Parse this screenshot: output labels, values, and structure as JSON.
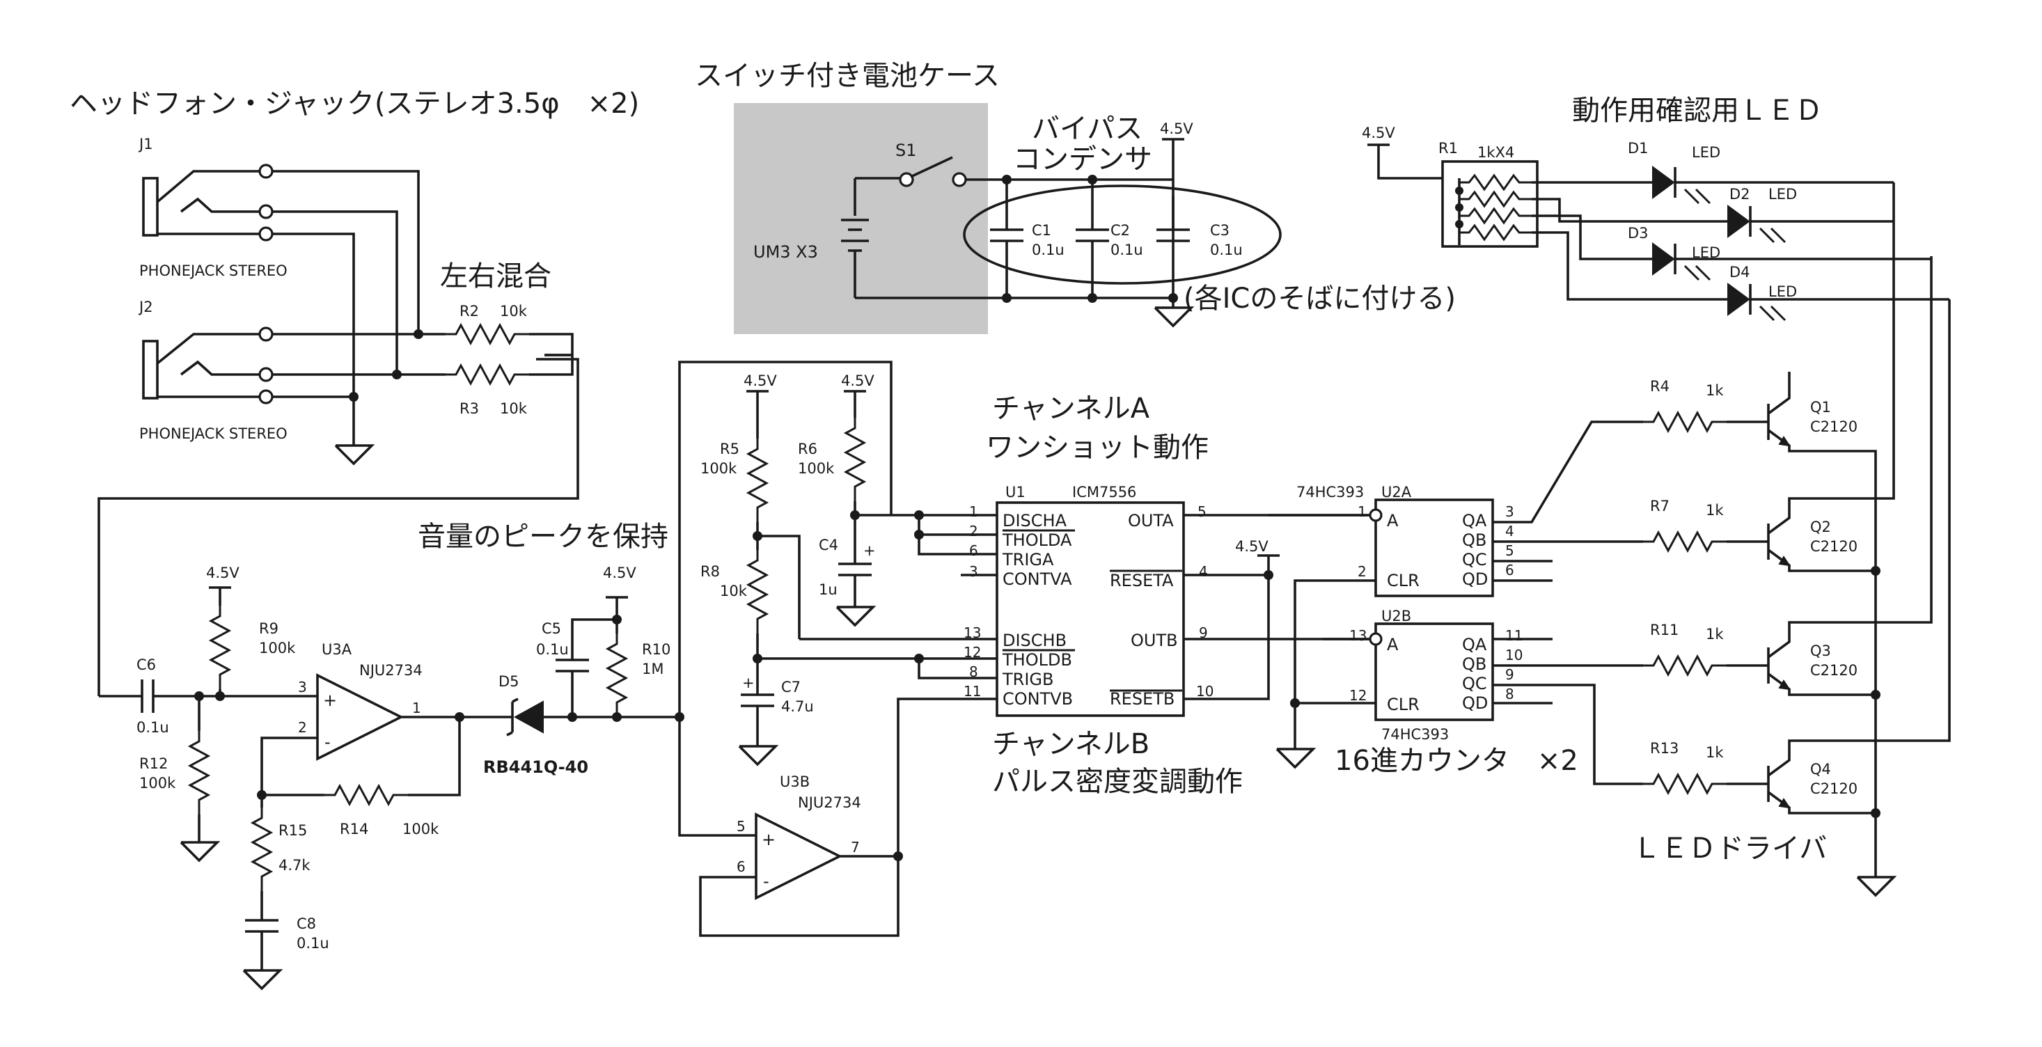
{
  "headings": {
    "headphone_jack": "ヘッドフォン・ジャック(ステレオ3.5φ　×2)",
    "battery_case": "スイッチ付き電池ケース",
    "bypass_cap": "バイパス\nコンデンサ",
    "place_near_ic": "(各ICのそばに付ける)",
    "lr_mix": "左右混合",
    "peak_hold": "音量のピークを保持",
    "channel_a": "チャンネルA\nワンショット動作",
    "channel_b": "チャンネルB\nパルス密度変調動作",
    "counter": "16進カウンタ　×2",
    "led_check": "動作用確認用ＬＥＤ",
    "led_driver": "ＬＥＤドライバ"
  },
  "jacks": [
    {
      "ref": "J1",
      "type": "PHONEJACK STEREO"
    },
    {
      "ref": "J2",
      "type": "PHONEJACK STEREO"
    }
  ],
  "power": {
    "supply": "4.5V",
    "battery": "UM3 X3",
    "switch": "S1"
  },
  "capacitors": [
    {
      "ref": "C1",
      "value": "0.1u"
    },
    {
      "ref": "C2",
      "value": "0.1u"
    },
    {
      "ref": "C3",
      "value": "0.1u"
    },
    {
      "ref": "C4",
      "value": "1u"
    },
    {
      "ref": "C5",
      "value": "0.1u"
    },
    {
      "ref": "C6",
      "value": "0.1u"
    },
    {
      "ref": "C7",
      "value": "4.7u"
    },
    {
      "ref": "C8",
      "value": "0.1u"
    }
  ],
  "resistors": [
    {
      "ref": "R2",
      "value": "10k"
    },
    {
      "ref": "R3",
      "value": "10k"
    },
    {
      "ref": "R5",
      "value": "100k"
    },
    {
      "ref": "R6",
      "value": "100k"
    },
    {
      "ref": "R8",
      "value": "10k"
    },
    {
      "ref": "R9",
      "value": "100k"
    },
    {
      "ref": "R10",
      "value": "1M"
    },
    {
      "ref": "R12",
      "value": "100k"
    },
    {
      "ref": "R14",
      "value": "100k"
    },
    {
      "ref": "R15",
      "value": "4.7k"
    },
    {
      "ref": "R4",
      "value": "1k"
    },
    {
      "ref": "R7",
      "value": "1k"
    },
    {
      "ref": "R11",
      "value": "1k"
    },
    {
      "ref": "R13",
      "value": "1k"
    }
  ],
  "resistor_array": {
    "ref": "R1",
    "value": "1kX4"
  },
  "diode": {
    "ref": "D5",
    "part": "RB441Q-40"
  },
  "leds": [
    {
      "ref": "D1",
      "type": "LED"
    },
    {
      "ref": "D2",
      "type": "LED"
    },
    {
      "ref": "D3",
      "type": "LED"
    },
    {
      "ref": "D4",
      "type": "LED"
    }
  ],
  "transistors": [
    {
      "ref": "Q1",
      "part": "C2120"
    },
    {
      "ref": "Q2",
      "part": "C2120"
    },
    {
      "ref": "Q3",
      "part": "C2120"
    },
    {
      "ref": "Q4",
      "part": "C2120"
    }
  ],
  "opamps": [
    {
      "ref": "U3A",
      "part": "NJU2734"
    },
    {
      "ref": "U3B",
      "part": "NJU2734"
    }
  ],
  "timer": {
    "ref": "U1",
    "part": "ICM7556",
    "left_pins": [
      {
        "num": "1",
        "name": "DISCHA"
      },
      {
        "num": "2",
        "name": "THOLDA"
      },
      {
        "num": "6",
        "name": "TRIGA"
      },
      {
        "num": "3",
        "name": "CONTVA"
      },
      {
        "num": "13",
        "name": "DISCHB"
      },
      {
        "num": "12",
        "name": "THOLDB"
      },
      {
        "num": "8",
        "name": "TRIGB"
      },
      {
        "num": "11",
        "name": "CONTVB"
      }
    ],
    "right_pins": [
      {
        "num": "5",
        "name": "OUTA"
      },
      {
        "num": "4",
        "name": "RESETA"
      },
      {
        "num": "9",
        "name": "OUTB"
      },
      {
        "num": "10",
        "name": "RESETB"
      }
    ]
  },
  "counters": [
    {
      "ref": "U2A",
      "part": "74HC393",
      "inputs": [
        {
          "num": "1",
          "name": "A"
        },
        {
          "num": "2",
          "name": "CLR"
        }
      ],
      "outputs": [
        {
          "num": "3",
          "name": "QA"
        },
        {
          "num": "4",
          "name": "QB"
        },
        {
          "num": "5",
          "name": "QC"
        },
        {
          "num": "6",
          "name": "QD"
        }
      ]
    },
    {
      "ref": "U2B",
      "part": "74HC393",
      "inputs": [
        {
          "num": "13",
          "name": "A"
        },
        {
          "num": "12",
          "name": "CLR"
        }
      ],
      "outputs": [
        {
          "num": "11",
          "name": "QA"
        },
        {
          "num": "10",
          "name": "QB"
        },
        {
          "num": "9",
          "name": "QC"
        },
        {
          "num": "8",
          "name": "QD"
        }
      ]
    }
  ],
  "opamp_pins": {
    "plus": "+",
    "minus": "-",
    "u3a": [
      "3",
      "2",
      "1"
    ],
    "u3b": [
      "5",
      "6",
      "7"
    ],
    "cap_plus": "+"
  }
}
